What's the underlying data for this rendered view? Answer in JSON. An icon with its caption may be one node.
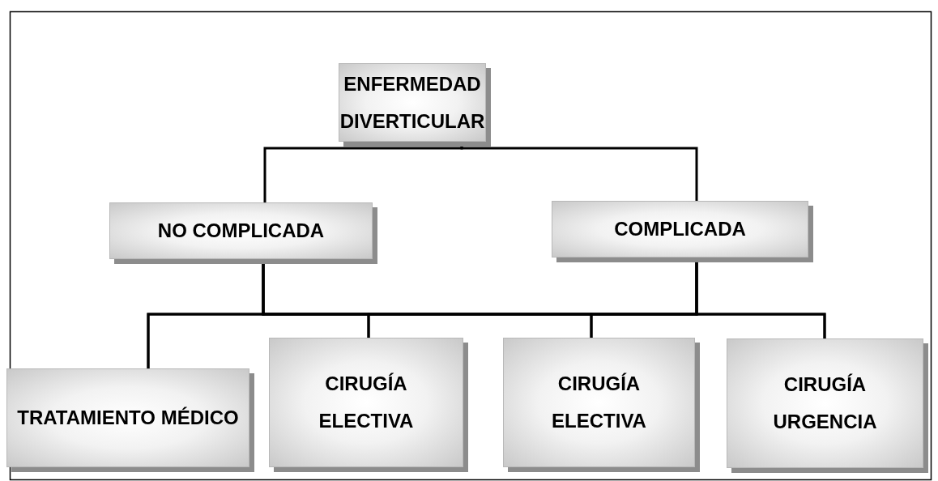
{
  "diagram": {
    "nodes": [
      {
        "text": [
          "ENFERMEDAD DIVERTICULAR"
        ]
      },
      {
        "text": [
          "NO COMPLICADA"
        ]
      },
      {
        "text": [
          "COMPLICADA"
        ]
      },
      {
        "text": [
          "TRATAMIENTO MÉDICO"
        ]
      },
      {
        "text": [
          "CIRUGÍA ELECTIVA"
        ]
      },
      {
        "text": [
          "CIRUGÍA ELECTIVA"
        ]
      },
      {
        "text": [
          "CIRUGÍA URGENCIA"
        ]
      }
    ],
    "edges": [
      {
        "from": 0,
        "to": 1,
        "arrow": "none"
      },
      {
        "from": 0,
        "to": 2,
        "arrow": "none"
      },
      {
        "from": 1,
        "to": 3,
        "arrow": "none"
      },
      {
        "from": 1,
        "to": 4,
        "arrow": "none"
      },
      {
        "from": 1,
        "to": 5,
        "arrow": "none"
      },
      {
        "from": 1,
        "to": 6,
        "arrow": "none"
      },
      {
        "from": 2,
        "to": 3,
        "arrow": "none"
      },
      {
        "from": 2,
        "to": 4,
        "arrow": "none"
      },
      {
        "from": 2,
        "to": 5,
        "arrow": "none"
      },
      {
        "from": 2,
        "to": 6,
        "arrow": "none"
      }
    ]
  }
}
